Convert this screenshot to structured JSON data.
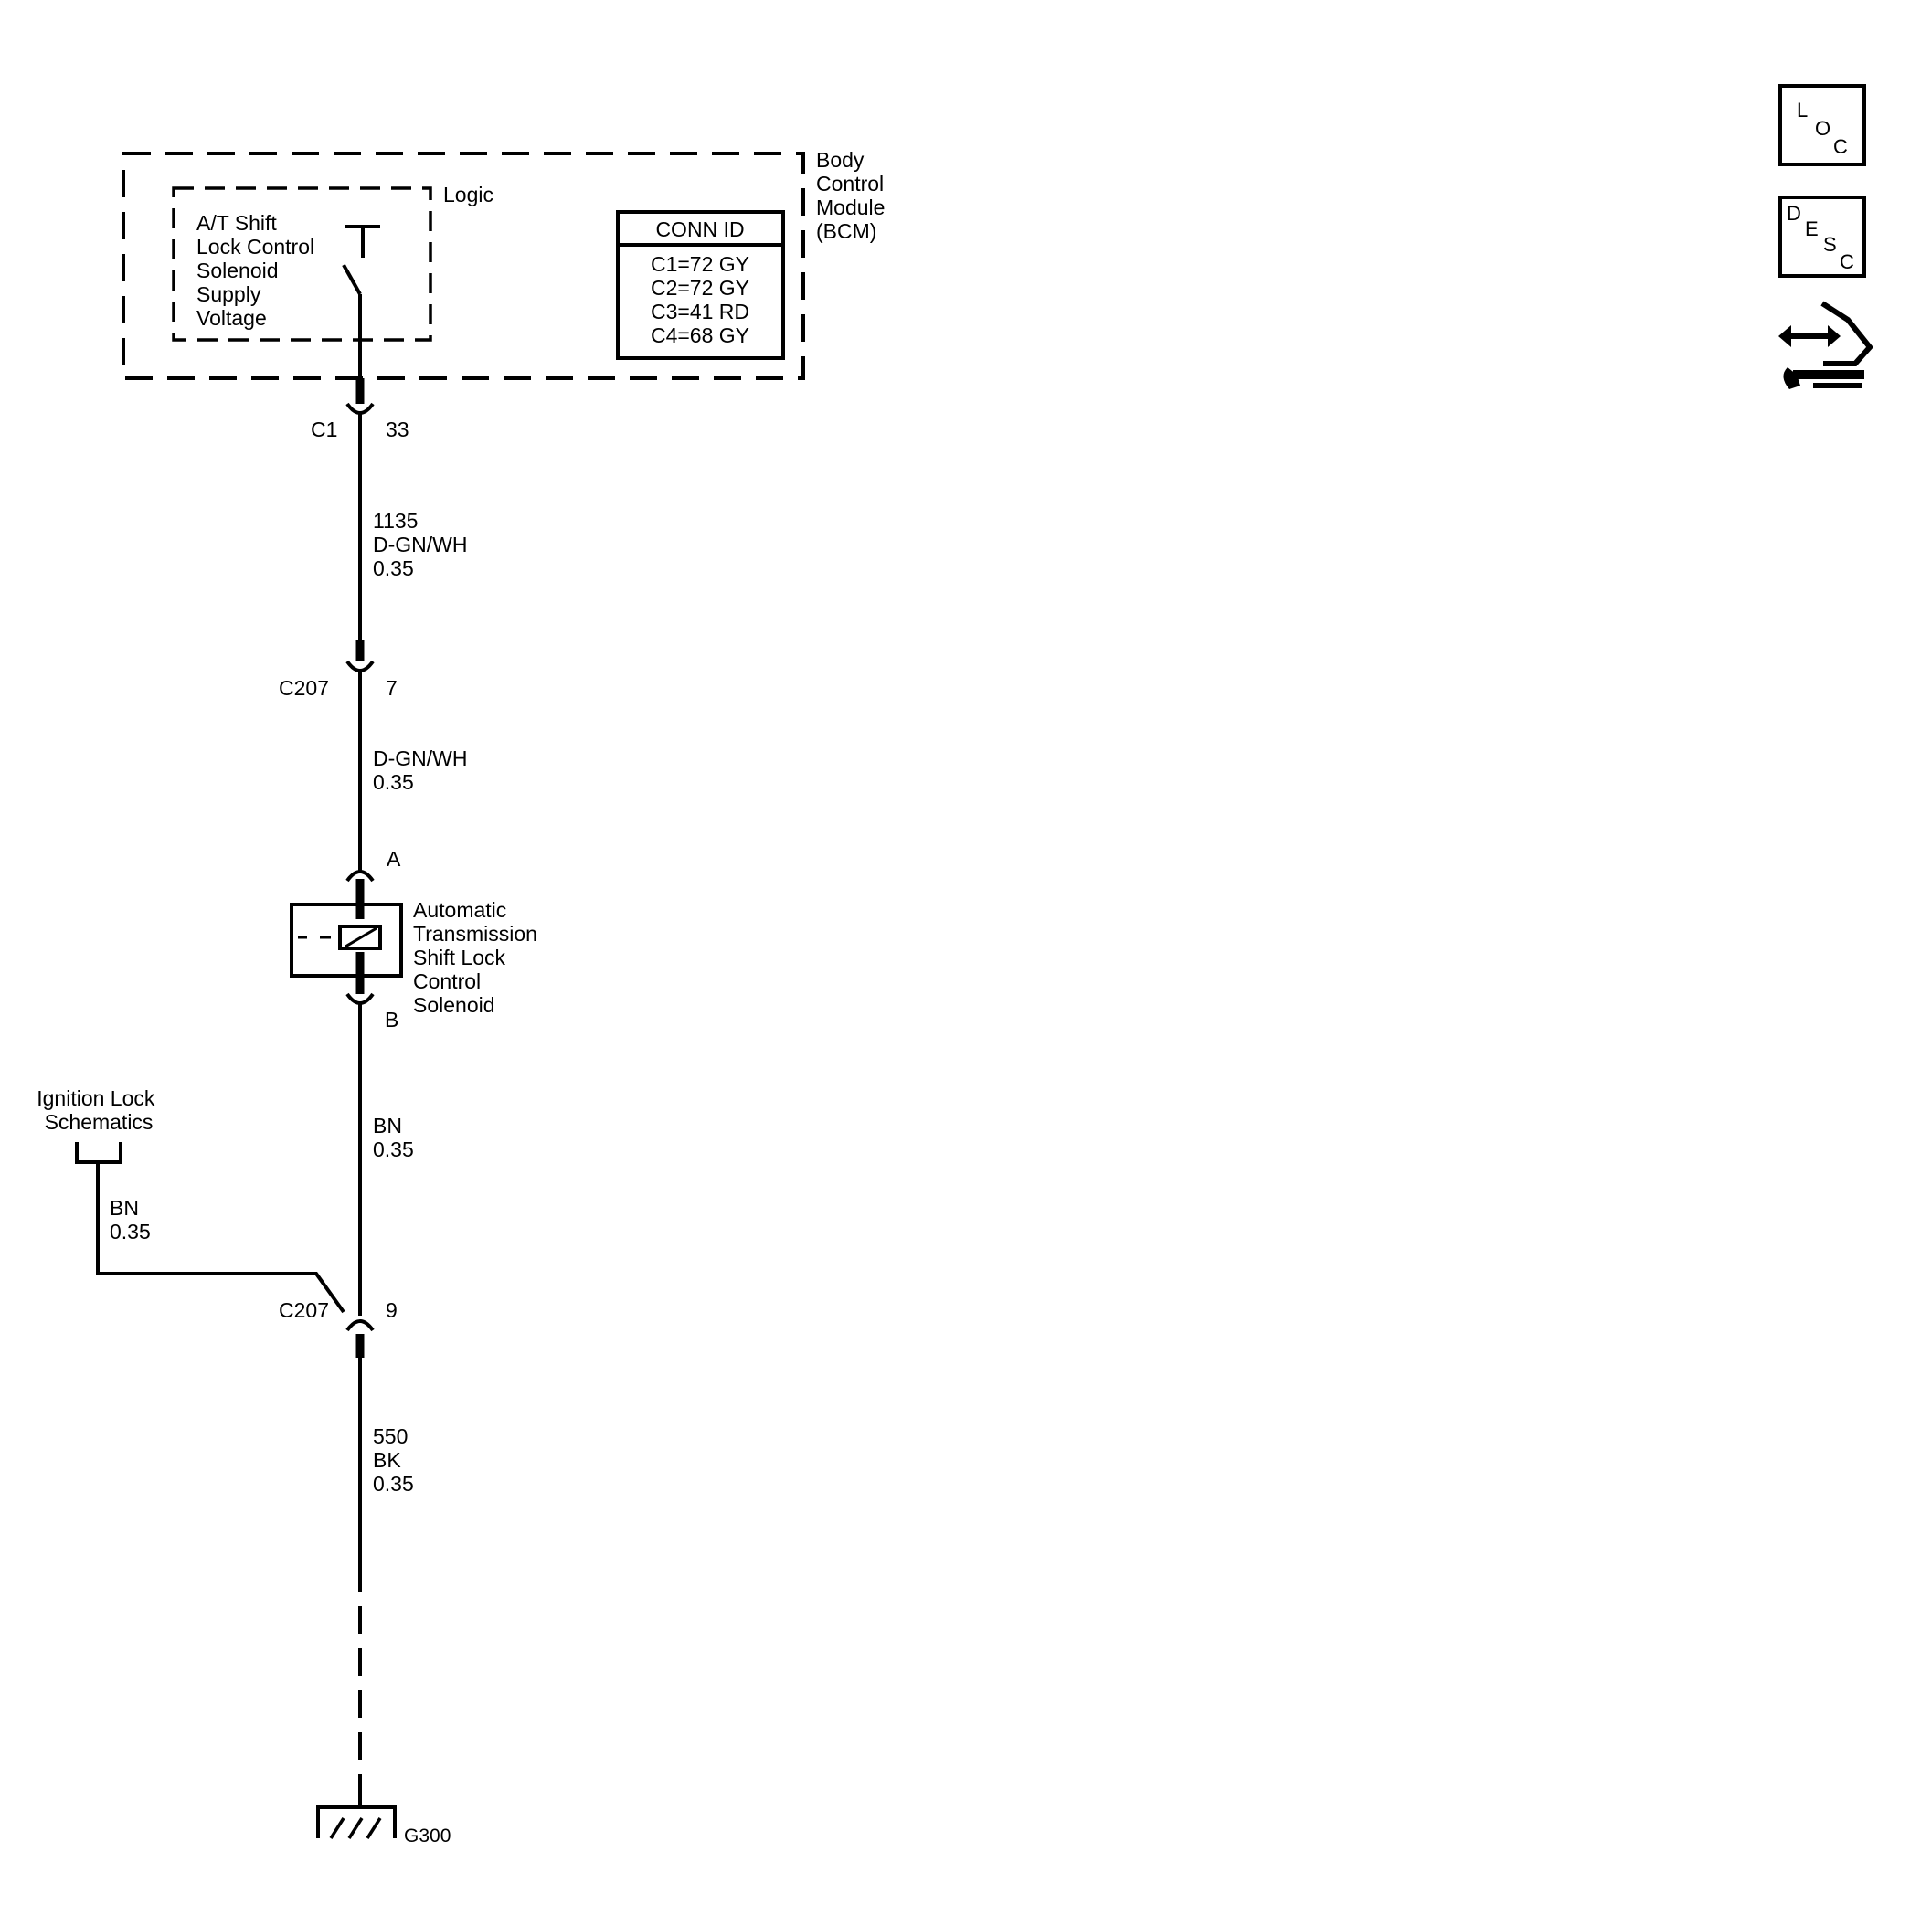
{
  "bcm": {
    "title": [
      "Body",
      "Control",
      "Module",
      "(BCM)"
    ],
    "logic_label": "Logic",
    "supply_label": [
      "A/T Shift",
      "Lock Control",
      "Solenoid",
      "Supply",
      "Voltage"
    ],
    "conn_id": {
      "header": "CONN ID",
      "rows": [
        "C1=72 GY",
        "C2=72 GY",
        "C3=41 RD",
        "C4=68 GY"
      ]
    }
  },
  "connectors": {
    "c1": {
      "name": "C1",
      "pin": "33"
    },
    "c207_top": {
      "name": "C207",
      "pin": "7"
    },
    "solenoid_a": {
      "pin": "A"
    },
    "solenoid_b": {
      "pin": "B"
    },
    "c207_bottom": {
      "name": "C207",
      "pin": "9"
    }
  },
  "wires": {
    "w1": [
      "1135",
      "D-GN/WH",
      "0.35"
    ],
    "w2": [
      "D-GN/WH",
      "0.35"
    ],
    "w3": [
      "BN",
      "0.35"
    ],
    "w4": [
      "BN",
      "0.35"
    ],
    "w5": [
      "550",
      "BK",
      "0.35"
    ]
  },
  "solenoid": {
    "label": [
      "Automatic",
      "Transmission",
      "Shift Lock",
      "Control",
      "Solenoid"
    ]
  },
  "ignition": {
    "label": [
      "Ignition Lock",
      "Schematics"
    ]
  },
  "ground": {
    "name": "G300"
  },
  "icons": {
    "loc": {
      "letters": [
        "L",
        "O",
        "C"
      ]
    },
    "desc": {
      "letters": [
        "D",
        "E",
        "S",
        "C"
      ]
    }
  }
}
